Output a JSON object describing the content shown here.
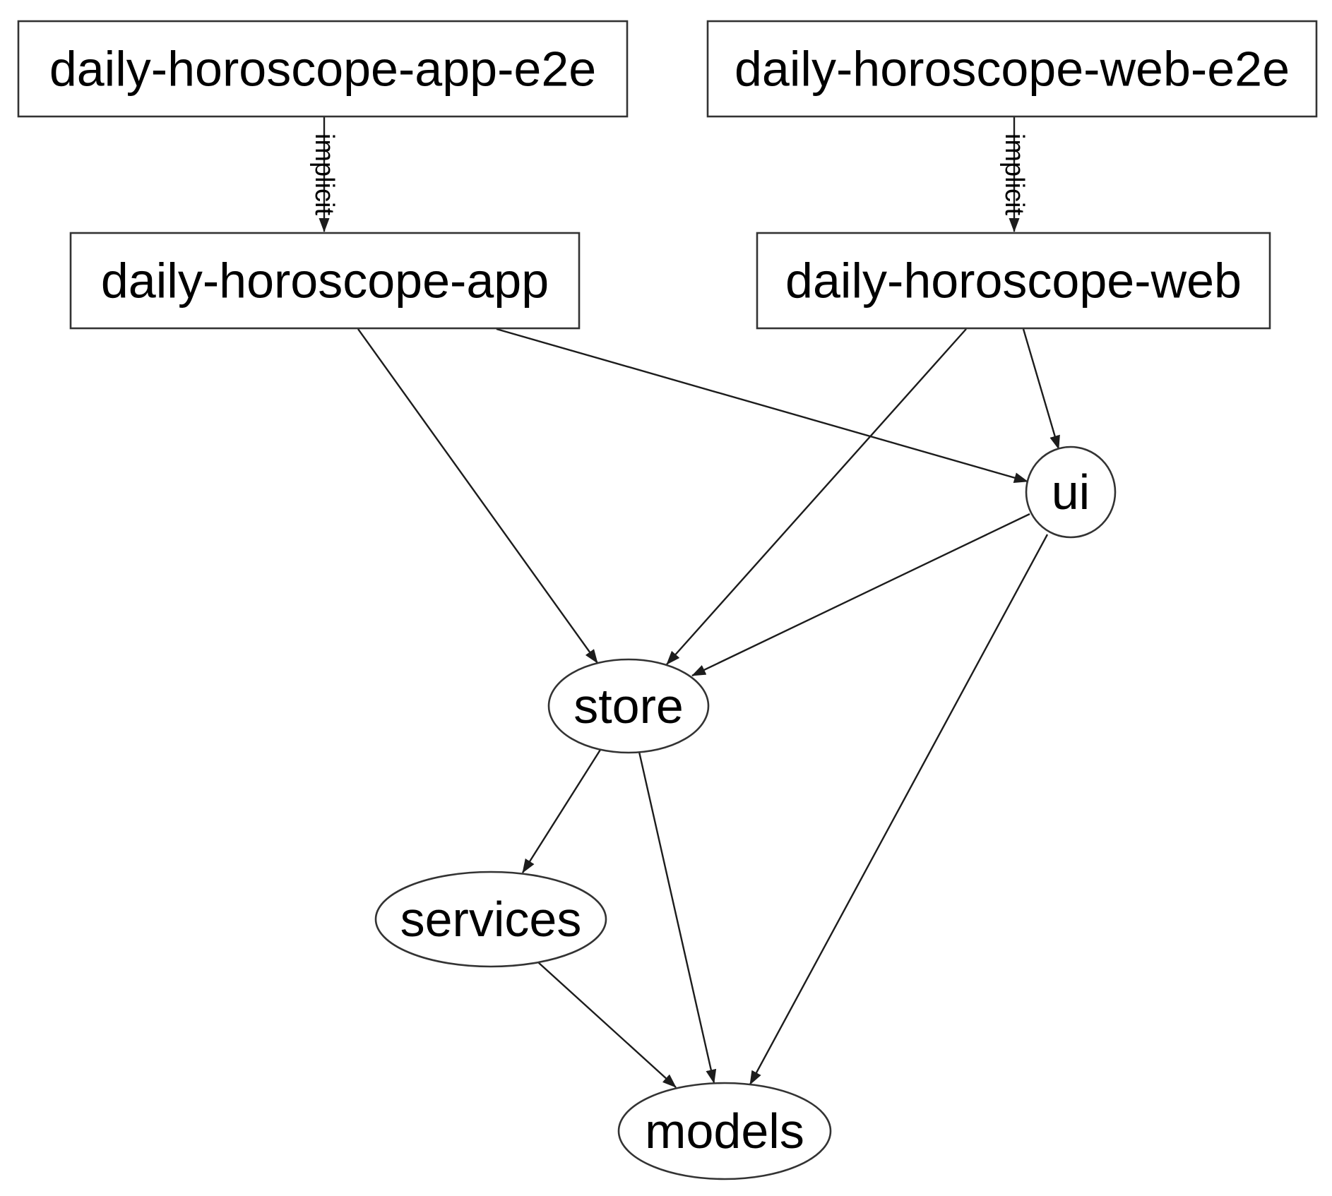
{
  "diagram": {
    "background": "#ffffff",
    "node_fill": "#ffffff",
    "node_stroke": "#333333",
    "edge_color": "#1c1c1c",
    "text_color": "#000000",
    "nodes": [
      {
        "id": "daily-horoscope-app-e2e",
        "label": "daily-horoscope-app-e2e",
        "shape": "box"
      },
      {
        "id": "daily-horoscope-web-e2e",
        "label": "daily-horoscope-web-e2e",
        "shape": "box"
      },
      {
        "id": "daily-horoscope-app",
        "label": "daily-horoscope-app",
        "shape": "box"
      },
      {
        "id": "daily-horoscope-web",
        "label": "daily-horoscope-web",
        "shape": "box"
      },
      {
        "id": "ui",
        "label": "ui",
        "shape": "ellipse"
      },
      {
        "id": "store",
        "label": "store",
        "shape": "ellipse"
      },
      {
        "id": "services",
        "label": "services",
        "shape": "ellipse"
      },
      {
        "id": "models",
        "label": "models",
        "shape": "ellipse"
      }
    ],
    "edges": [
      {
        "from": "daily-horoscope-app-e2e",
        "to": "daily-horoscope-app",
        "label": "implicit"
      },
      {
        "from": "daily-horoscope-web-e2e",
        "to": "daily-horoscope-web",
        "label": "implicit"
      },
      {
        "from": "daily-horoscope-app",
        "to": "store",
        "label": ""
      },
      {
        "from": "daily-horoscope-app",
        "to": "ui",
        "label": ""
      },
      {
        "from": "daily-horoscope-web",
        "to": "store",
        "label": ""
      },
      {
        "from": "daily-horoscope-web",
        "to": "ui",
        "label": ""
      },
      {
        "from": "ui",
        "to": "store",
        "label": ""
      },
      {
        "from": "ui",
        "to": "models",
        "label": ""
      },
      {
        "from": "store",
        "to": "services",
        "label": ""
      },
      {
        "from": "store",
        "to": "models",
        "label": ""
      },
      {
        "from": "services",
        "to": "models",
        "label": ""
      }
    ]
  }
}
